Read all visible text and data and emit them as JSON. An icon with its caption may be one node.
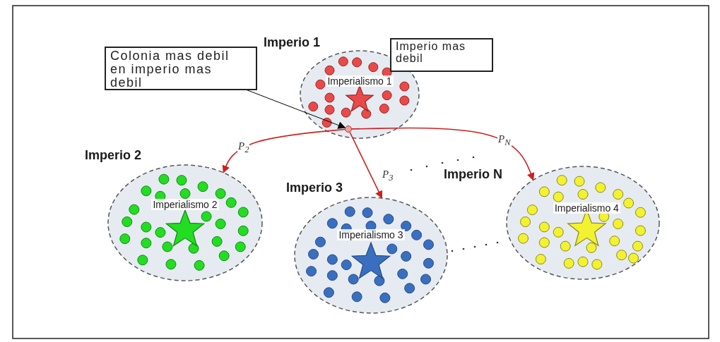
{
  "diagram": {
    "nodes": [
      {
        "text": [
          "Colonia mas debil en imperio mas debil"
        ]
      },
      {
        "text": [
          "Imperio mas debil"
        ]
      },
      {
        "text": [
          "Imperio 1",
          "Imperialismo 1"
        ]
      },
      {
        "text": [],
        "shape": "circle",
        "in": 2
      },
      {
        "text": [
          "Imperio 2",
          "Imperialismo 2"
        ]
      },
      {
        "text": [
          "Imperio 3",
          "Imperialismo 3"
        ]
      },
      {
        "text": [
          "Imperio N",
          "Imperialismo 4"
        ]
      }
    ],
    "edges": [
      {
        "from": 0,
        "to": 3,
        "arrow": "to",
        "color": "#000000"
      },
      {
        "from": 3,
        "to": 4,
        "arrow": "to",
        "label": "P$_{2}$"
      },
      {
        "from": 3,
        "to": 5,
        "arrow": "to",
        "label": "P$_{3}$"
      },
      {
        "from": 3,
        "to": 6,
        "arrow": "to",
        "label": "P$_{N}$"
      }
    ]
  }
}
